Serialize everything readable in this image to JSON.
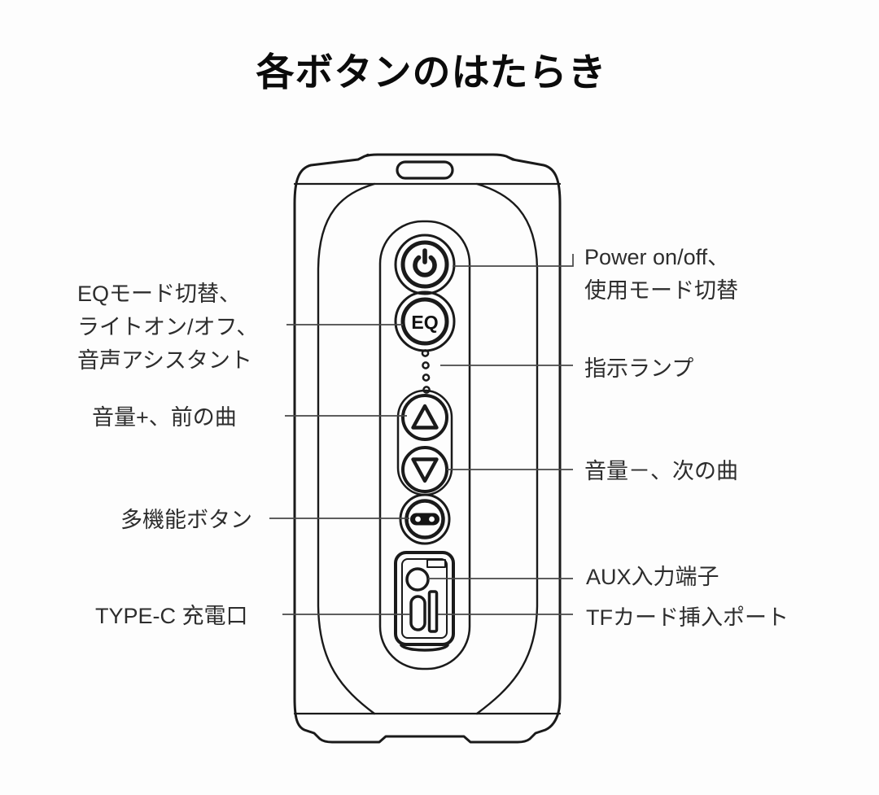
{
  "title": "各ボタンのはたらき",
  "device": {
    "eq_button_text": "EQ"
  },
  "callouts": {
    "left": {
      "eq_mode": {
        "line1": "EQモード切替、",
        "line2": "ライトオン/オフ、",
        "line3": "音声アシスタント"
      },
      "volume_up": "音量+、前の曲",
      "multi_function": "多機能ボタン",
      "type_c": "TYPE-C 充電口"
    },
    "right": {
      "power": {
        "line1": "Power on/off、",
        "line2": "使用モード切替"
      },
      "indicator": "指示ランプ",
      "volume_down": "音量－、次の曲",
      "aux": "AUX入力端子",
      "tf_card": "TFカード挿入ポート"
    }
  },
  "colors": {
    "background": "#fdfdfd",
    "text": "#2d2d2d",
    "line_art": "#1a1a1a",
    "leader_line": "#474747"
  }
}
